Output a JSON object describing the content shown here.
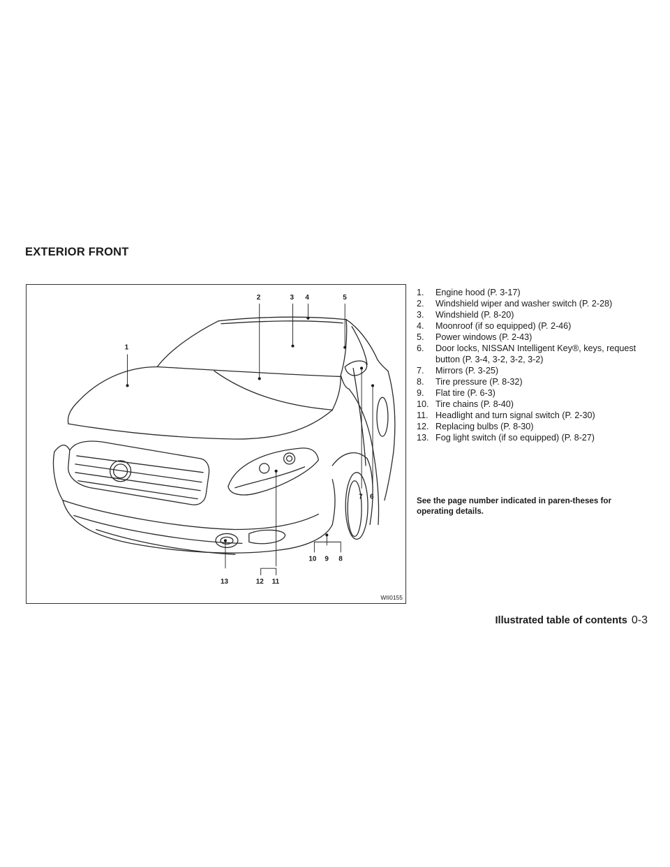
{
  "section": {
    "title": "EXTERIOR FRONT"
  },
  "figure": {
    "code": "WII0155",
    "callouts": [
      "1",
      "2",
      "3",
      "4",
      "5",
      "6",
      "7",
      "8",
      "9",
      "10",
      "11",
      "12",
      "13"
    ]
  },
  "legend": {
    "items": [
      {
        "num": "1.",
        "text": "Engine hood (P. 3-17)"
      },
      {
        "num": "2.",
        "text": "Windshield wiper and washer switch (P. 2-28)"
      },
      {
        "num": "3.",
        "text": "Windshield (P. 8-20)"
      },
      {
        "num": "4.",
        "text": "Moonroof (if so equipped) (P. 2-46)"
      },
      {
        "num": "5.",
        "text": "Power windows (P. 2-43)"
      },
      {
        "num": "6.",
        "text": "Door locks, NISSAN Intelligent Key®, keys, request button (P. 3-4, 3-2, 3-2, 3-2)"
      },
      {
        "num": "7.",
        "text": "Mirrors (P. 3-25)"
      },
      {
        "num": "8.",
        "text": "Tire pressure (P. 8-32)"
      },
      {
        "num": "9.",
        "text": "Flat tire (P. 6-3)"
      },
      {
        "num": "10.",
        "text": "Tire chains (P. 8-40)"
      },
      {
        "num": "11.",
        "text": "Headlight and turn signal switch (P. 2-30)"
      },
      {
        "num": "12.",
        "text": "Replacing bulbs (P. 8-30)"
      },
      {
        "num": "13.",
        "text": "Fog light switch (if so equipped) (P. 8-27)"
      }
    ]
  },
  "note": "See the page number indicated in paren-theses for operating details.",
  "footer": {
    "chapter": "Illustrated table of contents",
    "page": "0-3"
  }
}
